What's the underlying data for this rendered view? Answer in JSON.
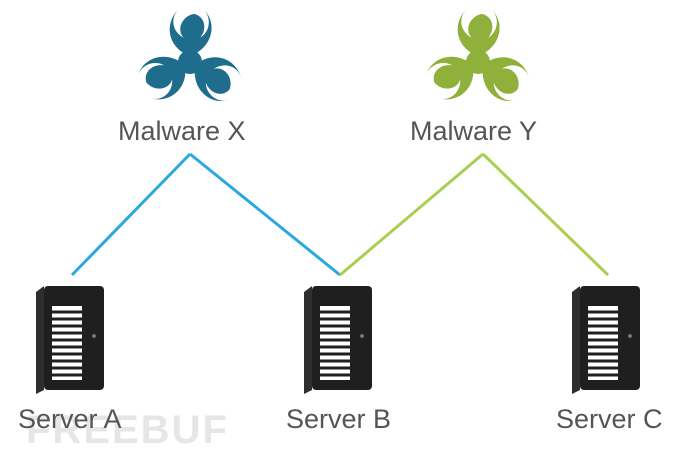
{
  "malware": [
    {
      "label": "Malware X",
      "color": "#1f6d8c",
      "icon": "biohazard-icon"
    },
    {
      "label": "Malware Y",
      "color": "#8fb03a",
      "icon": "biohazard-icon"
    }
  ],
  "servers": [
    {
      "label": "Server A",
      "icon": "server-icon"
    },
    {
      "label": "Server B",
      "icon": "server-icon"
    },
    {
      "label": "Server C",
      "icon": "server-icon"
    }
  ],
  "links": [
    {
      "from": "Malware X",
      "to": "Server A",
      "color": "#2aa8df"
    },
    {
      "from": "Malware X",
      "to": "Server B",
      "color": "#2aa8df"
    },
    {
      "from": "Malware Y",
      "to": "Server B",
      "color": "#a9cf4f"
    },
    {
      "from": "Malware Y",
      "to": "Server C",
      "color": "#a9cf4f"
    }
  ],
  "watermark": "FREEBUF"
}
